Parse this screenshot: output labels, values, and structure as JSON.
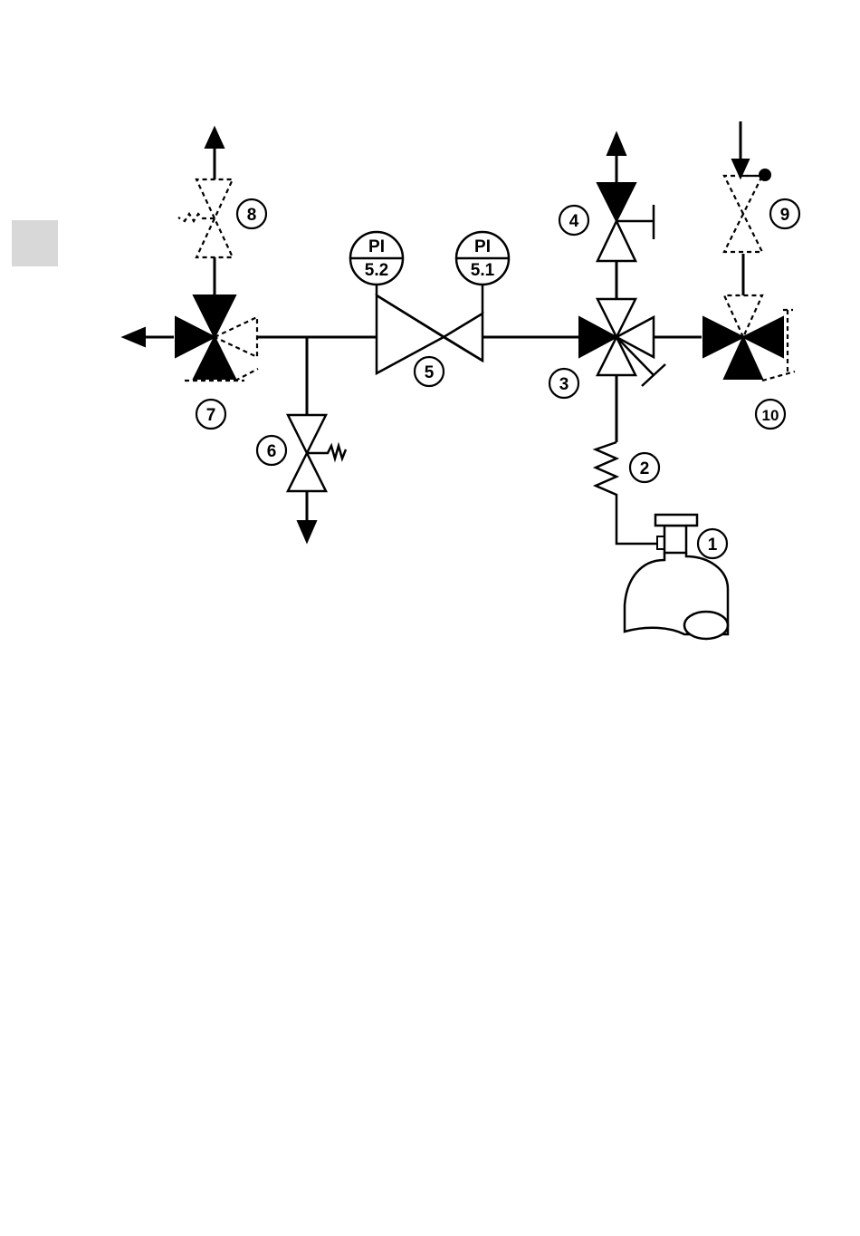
{
  "callouts": [
    {
      "id": "1",
      "label": "1"
    },
    {
      "id": "2",
      "label": "2"
    },
    {
      "id": "3",
      "label": "3"
    },
    {
      "id": "4",
      "label": "4"
    },
    {
      "id": "5",
      "label": "5"
    },
    {
      "id": "6",
      "label": "6"
    },
    {
      "id": "7",
      "label": "7"
    },
    {
      "id": "8",
      "label": "8"
    },
    {
      "id": "9",
      "label": "9"
    },
    {
      "id": "10",
      "label": "10"
    }
  ],
  "gauges": [
    {
      "id": "5.2",
      "top": "PI",
      "bottom": "5.2"
    },
    {
      "id": "5.1",
      "top": "PI",
      "bottom": "5.1"
    }
  ]
}
